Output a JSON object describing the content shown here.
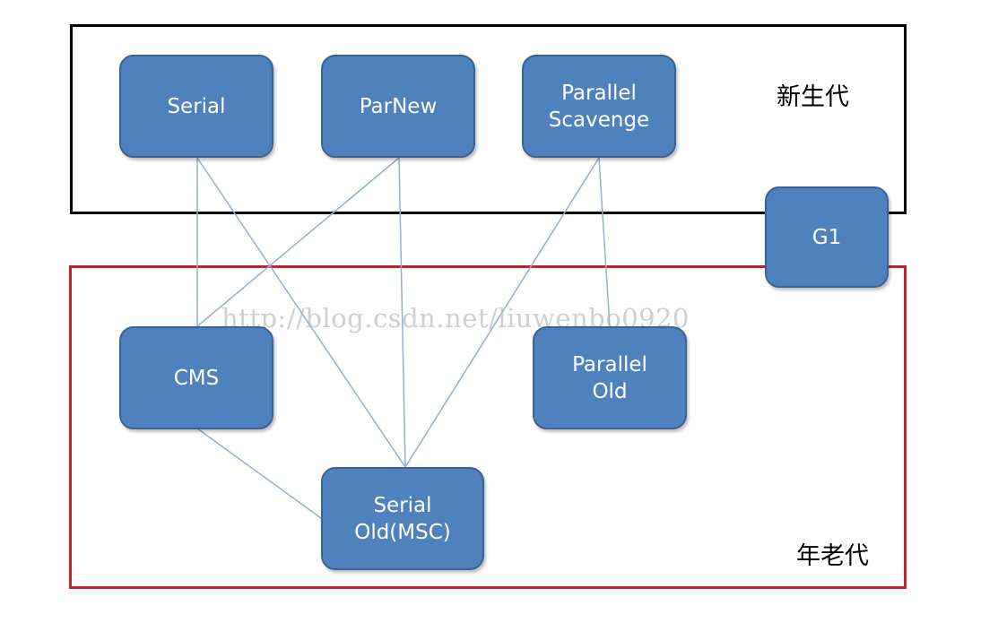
{
  "regions": {
    "young": {
      "label": "新生代",
      "border_color": "#000000"
    },
    "old": {
      "label": "年老代",
      "border_color": "#c8202a"
    }
  },
  "nodes": {
    "serial": "Serial",
    "parnew": "ParNew",
    "parallel_scavenge": "Parallel\nScavenge",
    "g1": "G1",
    "cms": "CMS",
    "parallel_old": "Parallel\nOld",
    "serial_old": "Serial\nOld(MSC)"
  },
  "edges": [
    {
      "from": "serial",
      "to": "cms"
    },
    {
      "from": "serial",
      "to": "serial_old"
    },
    {
      "from": "parnew",
      "to": "cms"
    },
    {
      "from": "parnew",
      "to": "serial_old"
    },
    {
      "from": "parallel_scavenge",
      "to": "serial_old"
    },
    {
      "from": "parallel_scavenge",
      "to": "parallel_old"
    },
    {
      "from": "cms",
      "to": "serial_old"
    }
  ],
  "colors": {
    "node_fill": "#4f81bd",
    "node_border": "#3a6294",
    "connector": "#8eb0d4"
  },
  "watermark": "http://blog.csdn.net/liuwenbo0920"
}
